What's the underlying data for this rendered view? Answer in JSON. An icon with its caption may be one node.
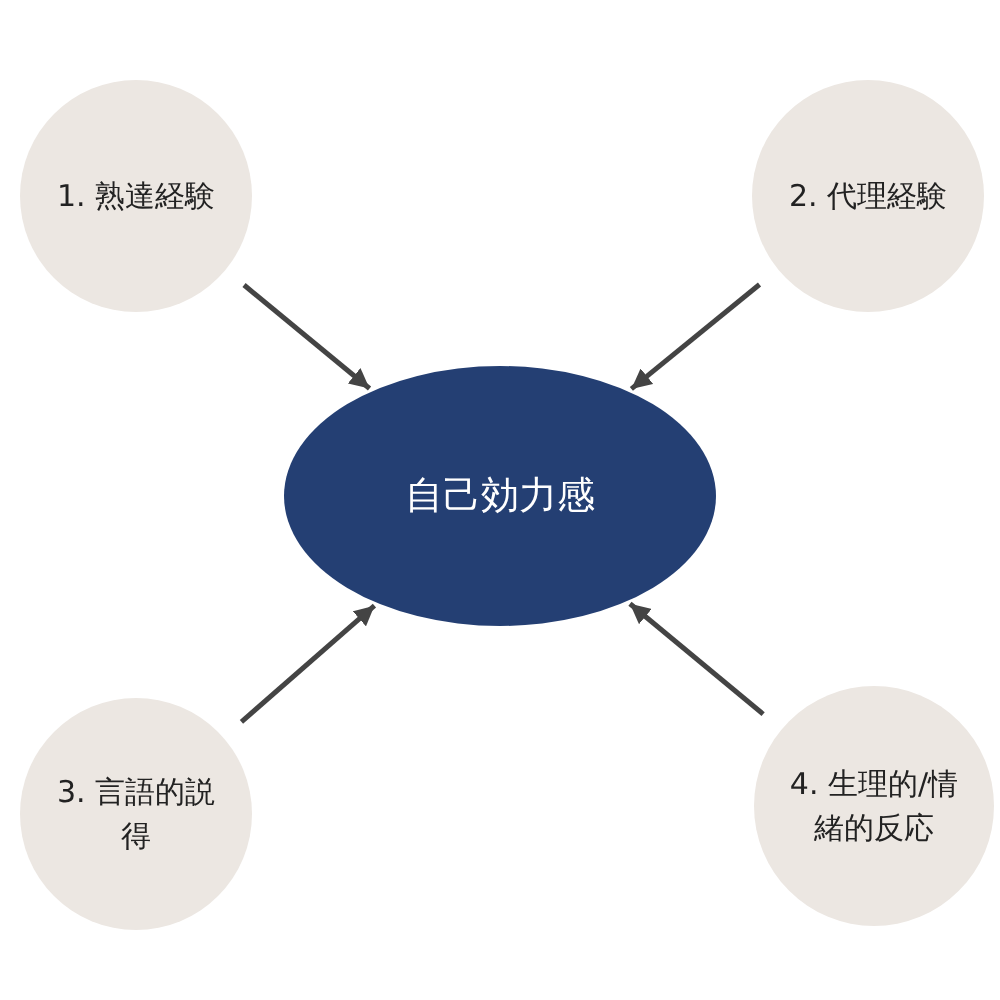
{
  "diagram": {
    "nodes": [
      {
        "text": [
          "1. 熟達経験"
        ]
      },
      {
        "text": [
          "2. 代理経験"
        ]
      },
      {
        "text": [
          "自己効力感"
        ]
      },
      {
        "text": [
          "3. 言語的説得"
        ]
      },
      {
        "text": [
          "4. 生理的/情緒的反応"
        ]
      }
    ],
    "edges": [
      {
        "from": 0,
        "to": 2,
        "arrow": "to"
      },
      {
        "from": 1,
        "to": 2,
        "arrow": "to"
      },
      {
        "from": 3,
        "to": 2,
        "arrow": "to"
      },
      {
        "from": 4,
        "to": 2,
        "arrow": "to"
      }
    ]
  }
}
